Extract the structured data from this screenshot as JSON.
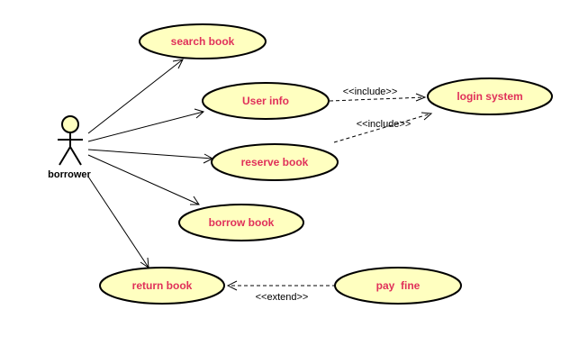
{
  "actor": {
    "label": "borrower"
  },
  "use_cases": {
    "search_book": "search book",
    "user_info": "User info",
    "login_system": "login system",
    "reserve_book": "reserve book",
    "borrow_book": "borrow book",
    "return_book": "return book",
    "pay_fine": "pay  fine"
  },
  "relations": {
    "include_1": "<<include>>",
    "include_2": "<<include>>",
    "extend": "<<extend>>"
  },
  "colors": {
    "use_case_fill": "#ffffc0",
    "use_case_text": "#e0305a",
    "line": "#000000"
  }
}
